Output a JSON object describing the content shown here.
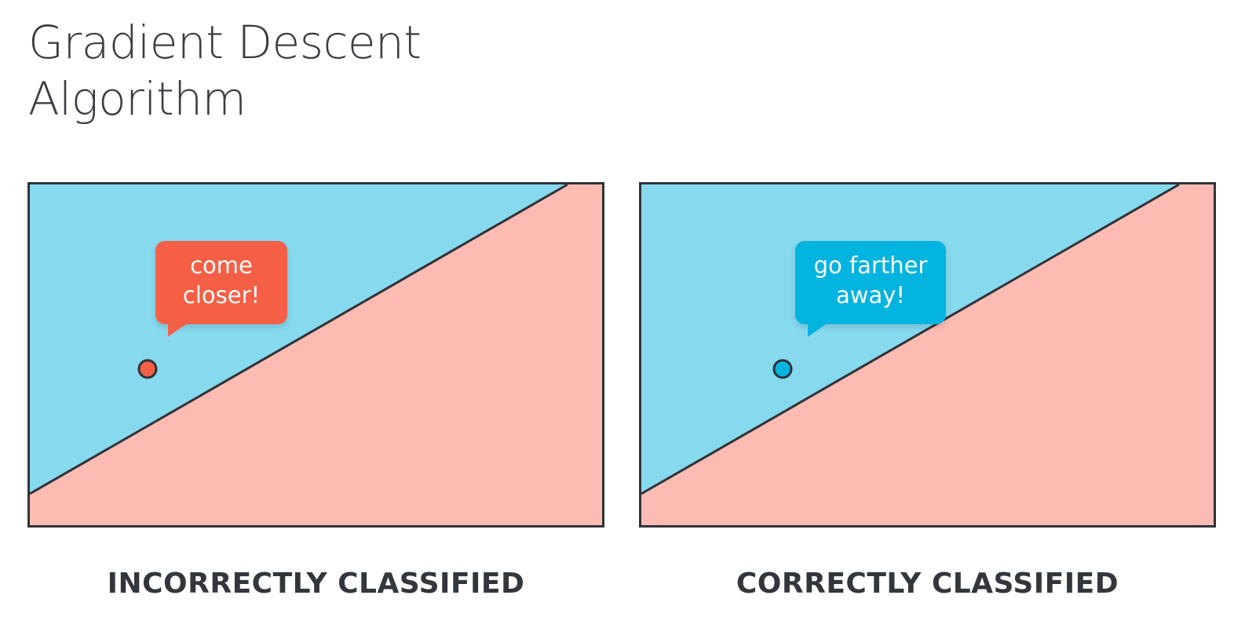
{
  "title": {
    "line1": "Gradient Descent",
    "line2": "Algorithm"
  },
  "panels": [
    {
      "bubble_line1": "come",
      "bubble_line2": "closer!",
      "caption": "INCORRECTLY CLASSIFIED",
      "point_color": "#f45f45",
      "bubble_color": "#f45f45"
    },
    {
      "bubble_line1": "go farther",
      "bubble_line2": "away!",
      "caption": "CORRECTLY CLASSIFIED",
      "point_color": "#03b3e0",
      "bubble_color": "#03b3e0"
    }
  ],
  "colors": {
    "blue_region": "#87d9ee",
    "red_region": "#fdbbb2",
    "border": "#2f3338",
    "title_text": "#3a3d42",
    "caption_text": "#33373c"
  }
}
